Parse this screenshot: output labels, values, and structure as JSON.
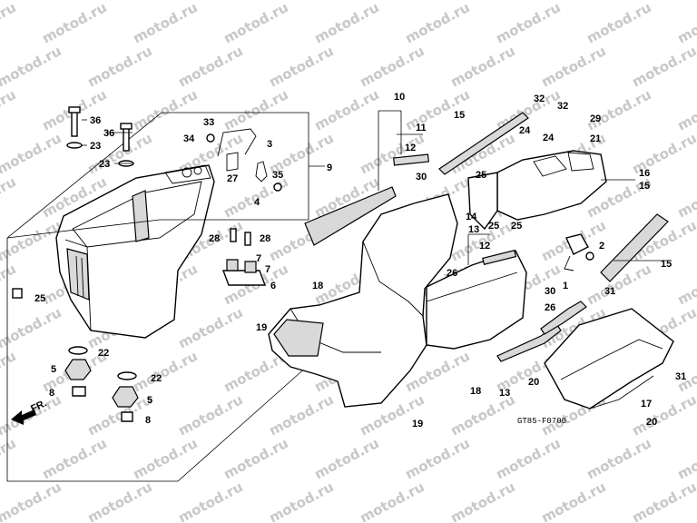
{
  "watermark": "motod.ru",
  "diagram_code": "GT85-F0700",
  "direction_label": "FR.",
  "callouts": [
    "1",
    "2",
    "3",
    "4",
    "5",
    "6",
    "7",
    "8",
    "9",
    "10",
    "11",
    "12",
    "13",
    "14",
    "15",
    "16",
    "17",
    "18",
    "19",
    "20",
    "21",
    "22",
    "23",
    "24",
    "25",
    "26",
    "27",
    "28",
    "29",
    "30",
    "31",
    "32",
    "33",
    "34",
    "35",
    "36"
  ]
}
